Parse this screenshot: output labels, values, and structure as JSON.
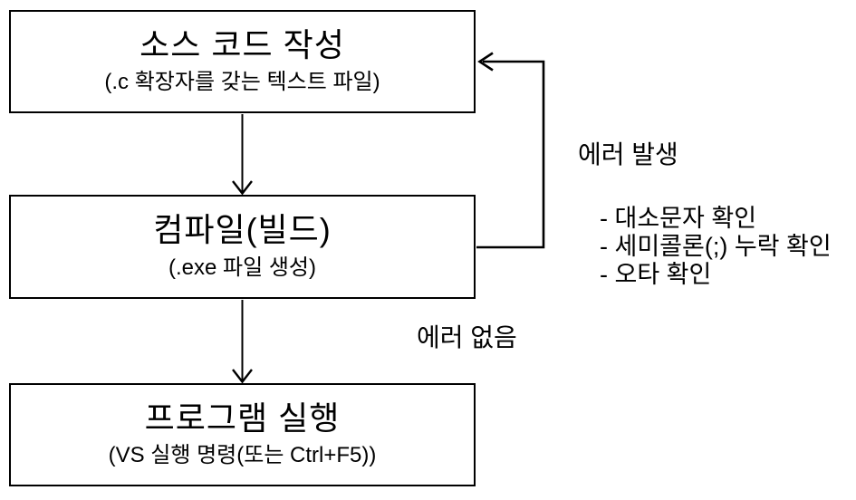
{
  "flowchart": {
    "boxes": [
      {
        "title": "소스 코드 작성",
        "subtitle": "(.c 확장자를 갖는 텍스트 파일)"
      },
      {
        "title": "컴파일(빌드)",
        "subtitle": "(.exe 파일 생성)"
      },
      {
        "title": "프로그램 실행",
        "subtitle": "(VS 실행 명령(또는 Ctrl+F5))"
      }
    ],
    "labels": {
      "error_branch": "에러 발생",
      "no_error_branch": "에러 없음"
    },
    "error_checklist": [
      "- 대소문자 확인",
      "- 세미콜론(;) 누락 확인",
      "- 오타 확인"
    ],
    "colors": {
      "line": "#000000",
      "text": "#000000",
      "background": "#ffffff"
    }
  }
}
